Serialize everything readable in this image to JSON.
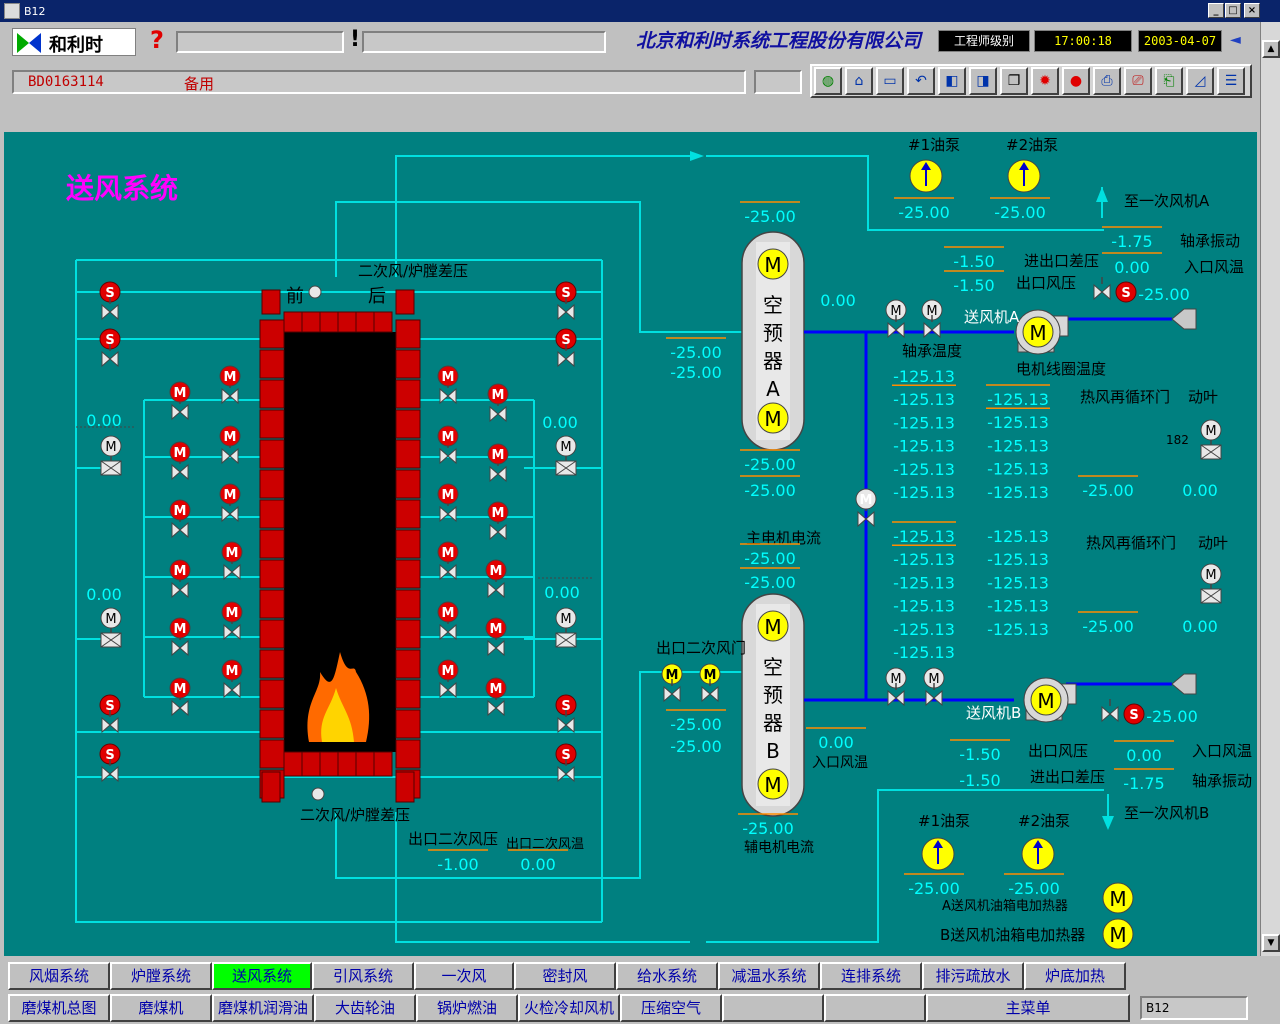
{
  "window": {
    "title": "B12"
  },
  "header": {
    "logo_text": "和利时",
    "help_glyph": "?",
    "alert_glyph": "!",
    "company": "北京和利时系统工程股份有限公司",
    "level": "工程师级别",
    "time": "17:00:18",
    "date": "2003-04-07",
    "tag_id": "BD0163114",
    "tag_desc": "备用"
  },
  "toolbar_icons": [
    "overview-icon",
    "home-icon",
    "pipe-icon",
    "back-icon",
    "prev-page-icon",
    "next-page-icon",
    "copy-icon",
    "alarm-bell-icon",
    "alarm-stop-icon",
    "print-icon",
    "print-cancel-icon",
    "print-ok-icon",
    "trend-icon",
    "report-icon"
  ],
  "diagram": {
    "title": "送风系统",
    "furnace": {
      "front": "前",
      "back": "后",
      "dp_top": "二次风/炉膛差压",
      "dp_bottom": "二次风/炉膛差压"
    },
    "left_values": {
      "upper": "0.00",
      "lower": "0.00"
    },
    "right_values": {
      "upper": "0.00",
      "lower": "0.00"
    },
    "outlet": {
      "label_press": "出口二次风压",
      "label_temp": "出口二次风温",
      "press": "-1.00",
      "temp": "0.00"
    },
    "aph_a": {
      "chars": [
        "空",
        "预",
        "器",
        "A"
      ],
      "top_value": "-25.00",
      "left1": "-25.00",
      "left2": "-25.00",
      "right": "0.00",
      "bottom1": "-25.00",
      "bottom2": "-25.00"
    },
    "aph_b": {
      "chars": [
        "空",
        "预",
        "器",
        "B"
      ],
      "main_current_label": "主电机电流",
      "main1": "-25.00",
      "main2": "-25.00",
      "outlet_door": "出口二次风门",
      "door1": "-25.00",
      "door2": "-25.00",
      "inlet_temp": "0.00",
      "inlet_temp_label": "入口风温",
      "aux_value": "-25.00",
      "aux_label": "辅电机电流"
    },
    "fan_a": {
      "pump1": "#1油泵",
      "pump2": "#2油泵",
      "pump1_val": "-25.00",
      "pump2_val": "-25.00",
      "to_primary": "至一次风机A",
      "bearing_vib": "轴承振动",
      "inlet_temp": "入口风温",
      "vib_val": "-1.75",
      "temp_val": "0.00",
      "diff_label": "进出口差压",
      "press_label": "出口风压",
      "diff_val": "-1.50",
      "press_val": "-1.50",
      "fan_label": "送风机A",
      "damper_val": "-25.00",
      "bearing_temp": "轴承温度",
      "winding_temp": "电机线圈温度",
      "hot_recirc": "热风再循环门",
      "blade": "动叶",
      "small_num": "182",
      "recirc_val": "-25.00",
      "blade_val": "0.00"
    },
    "fan_b": {
      "hot_recirc": "热风再循环门",
      "blade": "动叶",
      "recirc_val": "-25.00",
      "blade_val": "0.00",
      "fan_label": "送风机B",
      "damper_val": "-25.00",
      "press_label": "出口风压",
      "diff_label": "进出口差压",
      "diff_val": "-1.50",
      "press_val": "-1.50",
      "inlet_temp": "入口风温",
      "bearing_vib": "轴承振动",
      "temp_val": "0.00",
      "vib_val": "-1.75",
      "to_primary": "至一次风机B",
      "pump1": "#1油泵",
      "pump2": "#2油泵",
      "pump1_val": "-25.00",
      "pump2_val": "-25.00",
      "heater_a": "A送风机油箱电加热器",
      "heater_b": "B送风机油箱电加热器"
    },
    "temps_col1": [
      "-125.13",
      "-125.13",
      "-125.13",
      "-125.13",
      "-125.13",
      "-125.13"
    ],
    "temps_col2": [
      "-125.13",
      "-125.13",
      "-125.13",
      "-125.13",
      "-125.13"
    ],
    "temps_col3": [
      "-125.13",
      "-125.13",
      "-125.13",
      "-125.13",
      "-125.13",
      "-125.13"
    ],
    "temps_col4": [
      "-125.13",
      "-125.13",
      "-125.13",
      "-125.13",
      "-125.13"
    ]
  },
  "menu_row1": [
    "风烟系统",
    "炉膛系统",
    "送风系统",
    "引风系统",
    "一次风",
    "密封风",
    "给水系统",
    "减温水系统",
    "连排系统",
    "排污疏放水",
    "炉底加热"
  ],
  "menu_row2": [
    "磨煤机总图",
    "磨煤机",
    "磨煤机润滑油",
    "大齿轮油",
    "锅炉燃油",
    "火检冷却风机",
    "压缩空气",
    "",
    "",
    "主菜单"
  ],
  "status_label": "B12",
  "active_menu": "送风系统",
  "colors": {
    "bg": "#008080",
    "pipe": "#00e0e0",
    "value": "#00ffff",
    "blue_pipe": "#0000ff",
    "title": "#ff00ff"
  }
}
